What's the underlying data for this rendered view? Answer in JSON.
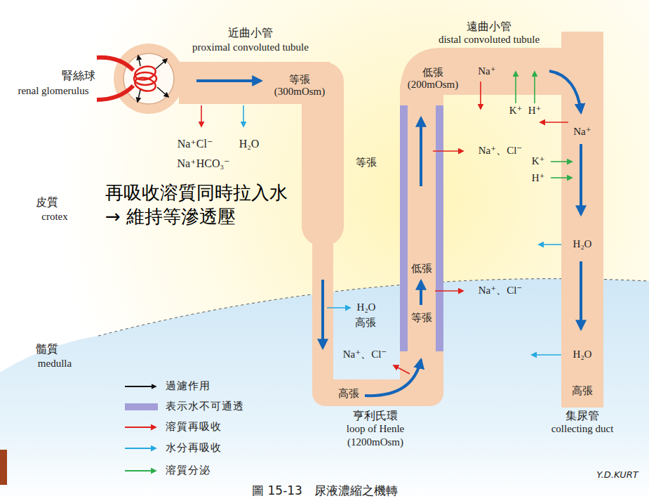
{
  "diagram": {
    "caption": "圖 15-13　尿液濃縮之機轉",
    "labels": [
      "近曲小管",
      "proximal convoluted tubule",
      "遠曲小管",
      "distal convoluted tubule",
      "腎絲球",
      "renal glomerulus",
      "等張 (300mOsm)",
      "Na⁺Cl⁻",
      "H₂O",
      "Na⁺HCO₃⁻",
      "再吸收溶質同時拉入水 → 維持等滲透壓",
      "等張",
      "低張 (200mOsm)",
      "Na⁺",
      "K⁺",
      "H⁺",
      "Na⁺",
      "Na⁺、Cl⁻",
      "K⁺",
      "H⁺",
      "皮質",
      "crotex",
      "H₂O",
      "低張",
      "Na⁺、Cl⁻",
      "H₂O",
      "高張",
      "等張",
      "髓質",
      "medulla",
      "Na⁺、Cl⁻",
      "H₂O",
      "高張",
      "高張",
      "亨利氏環",
      "loop of Henle",
      "(1200mOsm)",
      "集尿管",
      "collecting duct",
      "Y.D.KURT"
    ],
    "legend": [
      {
        "text": "過濾作用"
      },
      {
        "text": "表示水不可通透",
        "color": "#a39ed8"
      },
      {
        "text": "溶質再吸收"
      },
      {
        "text": "水分再吸收"
      },
      {
        "text": "溶質分泌"
      }
    ]
  }
}
